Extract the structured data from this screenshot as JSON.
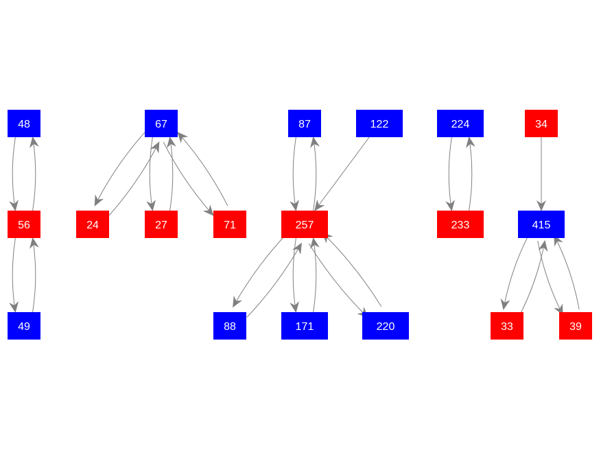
{
  "colors": {
    "blue": "#0000ff",
    "red": "#ff0000",
    "edge": "#808080",
    "label": "#ffffff"
  },
  "nodes": [
    {
      "id": "48",
      "label": "48",
      "color": "blue"
    },
    {
      "id": "56",
      "label": "56",
      "color": "red"
    },
    {
      "id": "49",
      "label": "49",
      "color": "blue"
    },
    {
      "id": "67",
      "label": "67",
      "color": "blue"
    },
    {
      "id": "24",
      "label": "24",
      "color": "red"
    },
    {
      "id": "27",
      "label": "27",
      "color": "red"
    },
    {
      "id": "71",
      "label": "71",
      "color": "red"
    },
    {
      "id": "87",
      "label": "87",
      "color": "blue"
    },
    {
      "id": "122",
      "label": "122",
      "color": "blue"
    },
    {
      "id": "257",
      "label": "257",
      "color": "red"
    },
    {
      "id": "88",
      "label": "88",
      "color": "blue"
    },
    {
      "id": "171",
      "label": "171",
      "color": "blue"
    },
    {
      "id": "220",
      "label": "220",
      "color": "blue"
    },
    {
      "id": "224",
      "label": "224",
      "color": "blue"
    },
    {
      "id": "233",
      "label": "233",
      "color": "red"
    },
    {
      "id": "34",
      "label": "34",
      "color": "red"
    },
    {
      "id": "415",
      "label": "415",
      "color": "blue"
    },
    {
      "id": "33",
      "label": "33",
      "color": "red"
    },
    {
      "id": "39",
      "label": "39",
      "color": "red"
    }
  ],
  "edges": [
    [
      "48",
      "56"
    ],
    [
      "56",
      "48"
    ],
    [
      "56",
      "49"
    ],
    [
      "49",
      "56"
    ],
    [
      "67",
      "24"
    ],
    [
      "24",
      "67"
    ],
    [
      "67",
      "27"
    ],
    [
      "27",
      "67"
    ],
    [
      "67",
      "71"
    ],
    [
      "71",
      "67"
    ],
    [
      "87",
      "257"
    ],
    [
      "257",
      "87"
    ],
    [
      "122",
      "257"
    ],
    [
      "257",
      "88"
    ],
    [
      "88",
      "257"
    ],
    [
      "257",
      "171"
    ],
    [
      "171",
      "257"
    ],
    [
      "257",
      "220"
    ],
    [
      "220",
      "257"
    ],
    [
      "224",
      "233"
    ],
    [
      "233",
      "224"
    ],
    [
      "34",
      "415"
    ],
    [
      "415",
      "33"
    ],
    [
      "33",
      "415"
    ],
    [
      "415",
      "39"
    ],
    [
      "39",
      "415"
    ]
  ]
}
